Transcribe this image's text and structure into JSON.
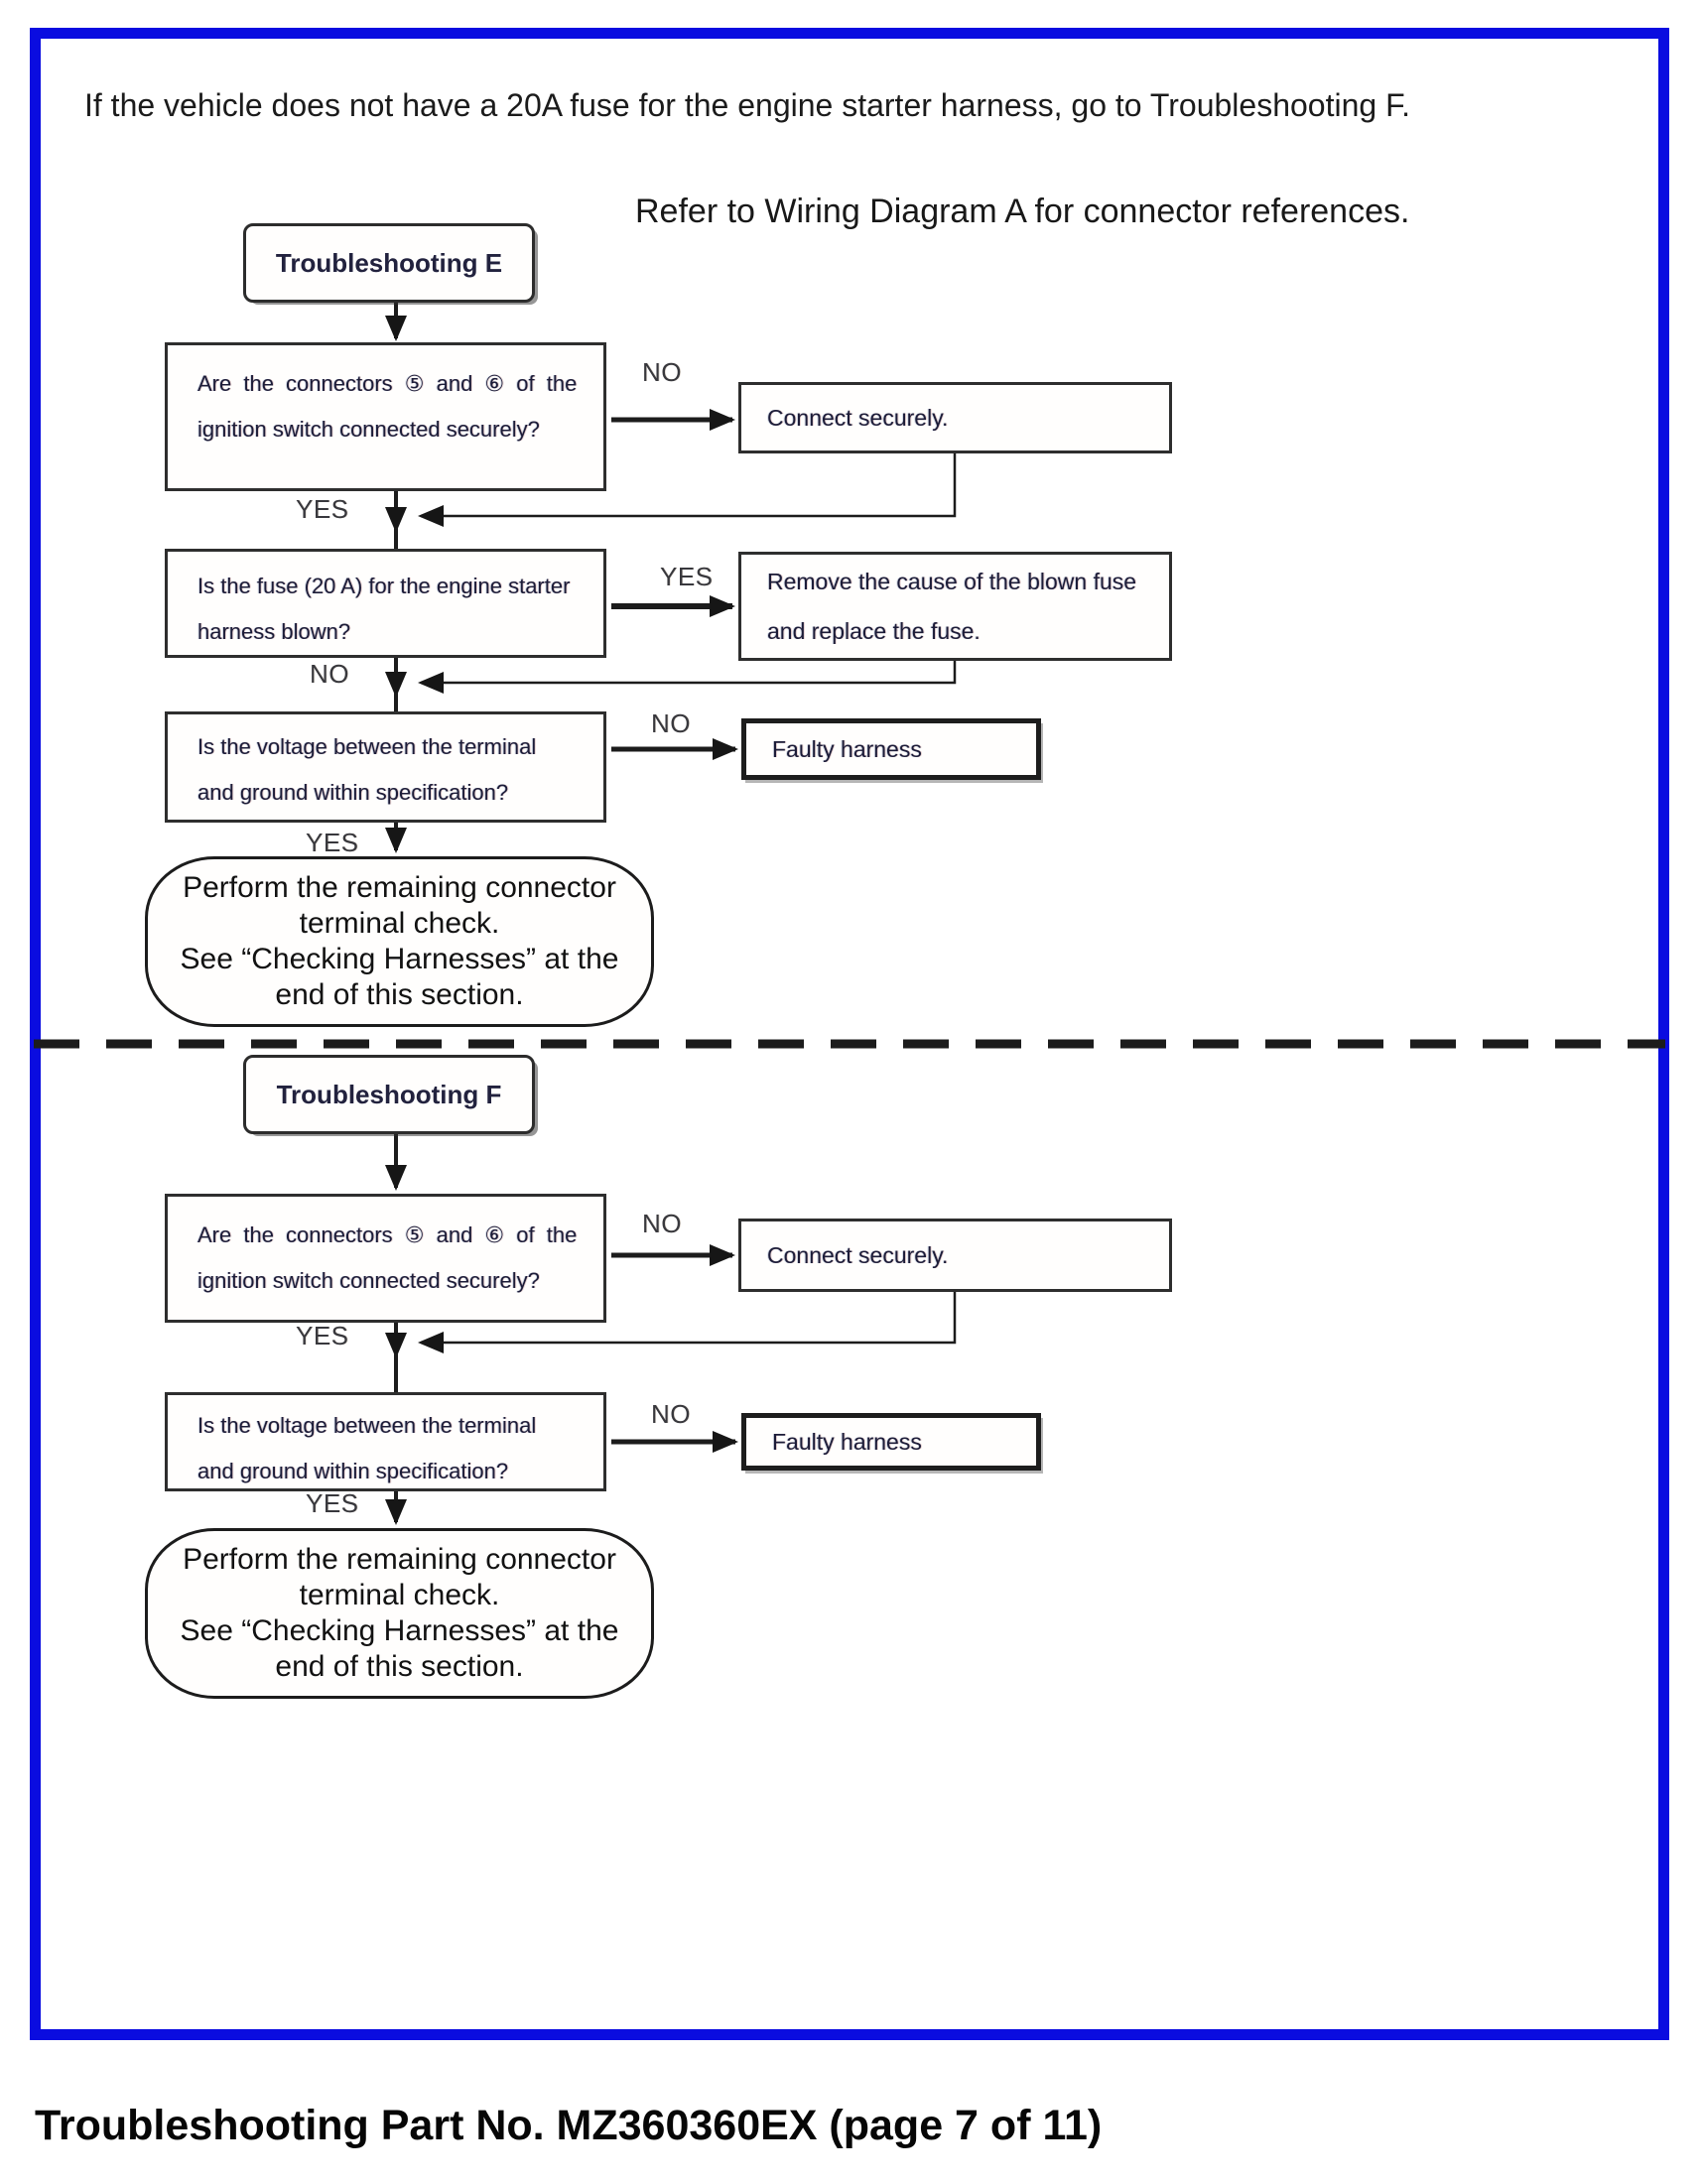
{
  "intro": "If the vehicle does not have a 20A fuse for the engine starter harness, go to Troubleshooting F.",
  "refer_note": "Refer to Wiring Diagram A for connector references.",
  "caption": "Troubleshooting Part No. MZ360360EX (page 7 of 11)",
  "labels": {
    "yes": "YES",
    "no": "NO"
  },
  "flow_e": {
    "title": "Troubleshooting E",
    "q_connectors": {
      "l1": "Are the connectors ⑤ and ⑥ of the",
      "l2": "ignition switch connected securely?"
    },
    "a_connect": "Connect securely.",
    "q_fuse": {
      "l1": "Is the fuse (20 A) for the engine starter",
      "l2": "harness blown?"
    },
    "a_fuse": {
      "l1": "Remove the cause of the blown fuse",
      "l2": "and replace the fuse."
    },
    "q_voltage": {
      "l1": "Is the voltage between the terminal",
      "l2": "and ground within specification?"
    },
    "a_faulty": "Faulty harness",
    "terminal": {
      "l1": "Perform the remaining connector",
      "l2": "terminal check.",
      "l3": "See “Checking Harnesses” at the",
      "l4": "end of this section."
    },
    "routes": [
      {
        "from": "q_connectors",
        "answer": "NO",
        "to": "a_connect"
      },
      {
        "from": "q_connectors",
        "answer": "YES",
        "to": "q_fuse"
      },
      {
        "from": "q_fuse",
        "answer": "YES",
        "to": "a_fuse"
      },
      {
        "from": "q_fuse",
        "answer": "NO",
        "to": "q_voltage"
      },
      {
        "from": "q_voltage",
        "answer": "NO",
        "to": "a_faulty"
      },
      {
        "from": "q_voltage",
        "answer": "YES",
        "to": "terminal"
      }
    ]
  },
  "flow_f": {
    "title": "Troubleshooting F",
    "q_connectors": {
      "l1": "Are the connectors ⑤ and ⑥ of the",
      "l2": "ignition switch connected securely?"
    },
    "a_connect": "Connect securely.",
    "q_voltage": {
      "l1": "Is the voltage between the terminal",
      "l2": "and ground within specification?"
    },
    "a_faulty": "Faulty harness",
    "terminal": {
      "l1": "Perform the remaining connector",
      "l2": "terminal check.",
      "l3": "See “Checking Harnesses” at the",
      "l4": "end of this section."
    },
    "routes": [
      {
        "from": "q_connectors",
        "answer": "NO",
        "to": "a_connect"
      },
      {
        "from": "q_connectors",
        "answer": "YES",
        "to": "q_voltage"
      },
      {
        "from": "q_voltage",
        "answer": "NO",
        "to": "a_faulty"
      },
      {
        "from": "q_voltage",
        "answer": "YES",
        "to": "terminal"
      }
    ]
  }
}
